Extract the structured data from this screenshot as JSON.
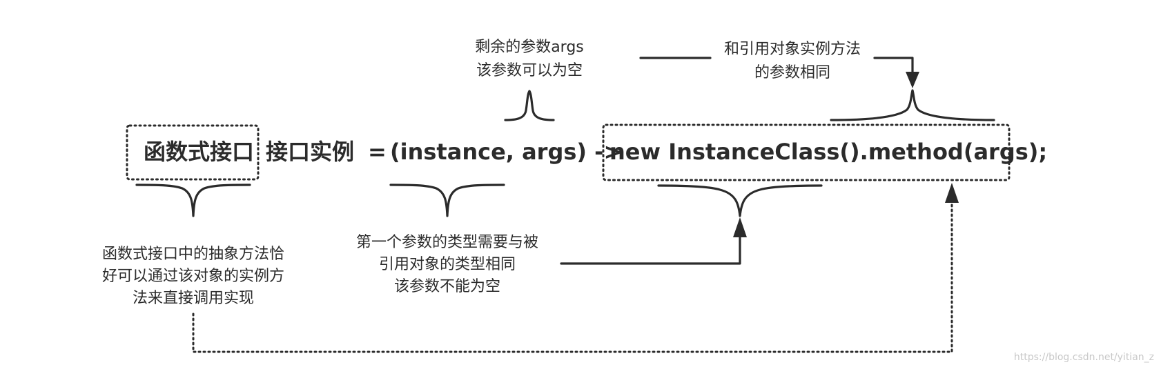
{
  "main_line": {
    "part1": "函数式接口",
    "part2": "接口实例",
    "part3": "=",
    "part4": "(instance, args) ->",
    "part5": "new InstanceClass().method(args);"
  },
  "annotations": {
    "top_left": {
      "line1": "剩余的参数args",
      "line2": "该参数可以为空"
    },
    "top_right": {
      "line1": "和引用对象实例方法",
      "line2": "的参数相同"
    },
    "bottom_left": {
      "line1": "函数式接口中的抽象方法恰",
      "line2": "好可以通过该对象的实例方",
      "line3": "法来直接调用实现"
    },
    "bottom_middle": {
      "line1": "第一个参数的类型需要与被",
      "line2": "引用对象的类型相同",
      "line3": "该参数不能为空"
    }
  },
  "watermark": "https://blog.csdn.net/yitian_z"
}
